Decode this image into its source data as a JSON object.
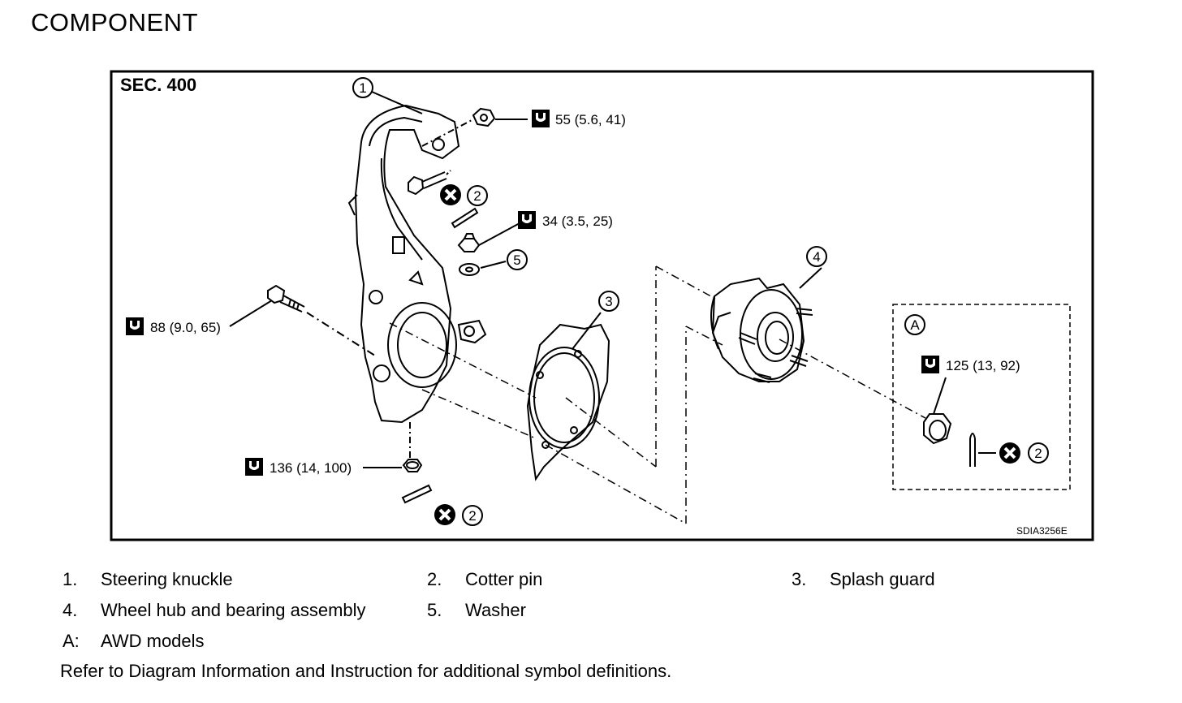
{
  "page_title": "COMPONENT",
  "diagram": {
    "section": "SEC. 400",
    "figure_code": "SDIA3256E",
    "torques": {
      "t55": "55 (5.6, 41)",
      "t34": "34 (3.5, 25)",
      "t88": "88 (9.0, 65)",
      "t136": "136 (14, 100)",
      "t125": "125 (13, 92)"
    },
    "callouts": {
      "c1": "1",
      "c2a": "2",
      "c2b": "2",
      "c2c": "2",
      "c3": "3",
      "c4": "4",
      "c5": "5",
      "cA": "A"
    }
  },
  "legend": [
    {
      "num": "1.",
      "label": "Steering knuckle"
    },
    {
      "num": "2.",
      "label": "Cotter pin"
    },
    {
      "num": "3.",
      "label": "Splash guard"
    },
    {
      "num": "4.",
      "label": "Wheel hub and bearing assembly"
    },
    {
      "num": "5.",
      "label": "Washer"
    },
    {
      "num": "A:",
      "label": "AWD models"
    }
  ],
  "footer_note": "Refer to Diagram Information and Instruction for additional symbol definitions."
}
